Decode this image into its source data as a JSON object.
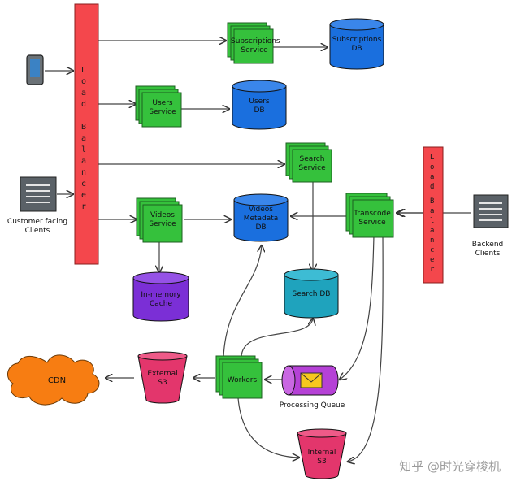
{
  "nodes": {
    "lb_left": "Load Balancer",
    "lb_right": "Load Balancer",
    "customer_clients": "Customer facing\nClients",
    "backend_clients": "Backend\nClients",
    "subscriptions_service": "Subscriptions\nService",
    "subscriptions_db": "Subscriptions\nDB",
    "users_service": "Users\nService",
    "users_db": "Users\nDB",
    "search_service": "Search\nService",
    "videos_service": "Videos\nService",
    "videos_metadata_db": "Videos\nMetadata\nDB",
    "transcode_service": "Transcode\nService",
    "search_db": "Search DB",
    "inmemory_cache": "In-memory\nCache",
    "workers": "Workers",
    "processing_queue": "Processing Queue",
    "external_s3": "External\nS3",
    "internal_s3": "Internal\nS3",
    "cdn": "CDN"
  },
  "watermark": "知乎 @时光穿梭机",
  "colors": {
    "load_balancer": "#f4474c",
    "service": "#35c13c",
    "database": "#1a6fde",
    "search_db": "#1fa3bd",
    "cache": "#7b2fd6",
    "s3": "#e3366c",
    "cdn": "#f77d12",
    "queue": "#b541d6",
    "client": "#5a6167"
  }
}
